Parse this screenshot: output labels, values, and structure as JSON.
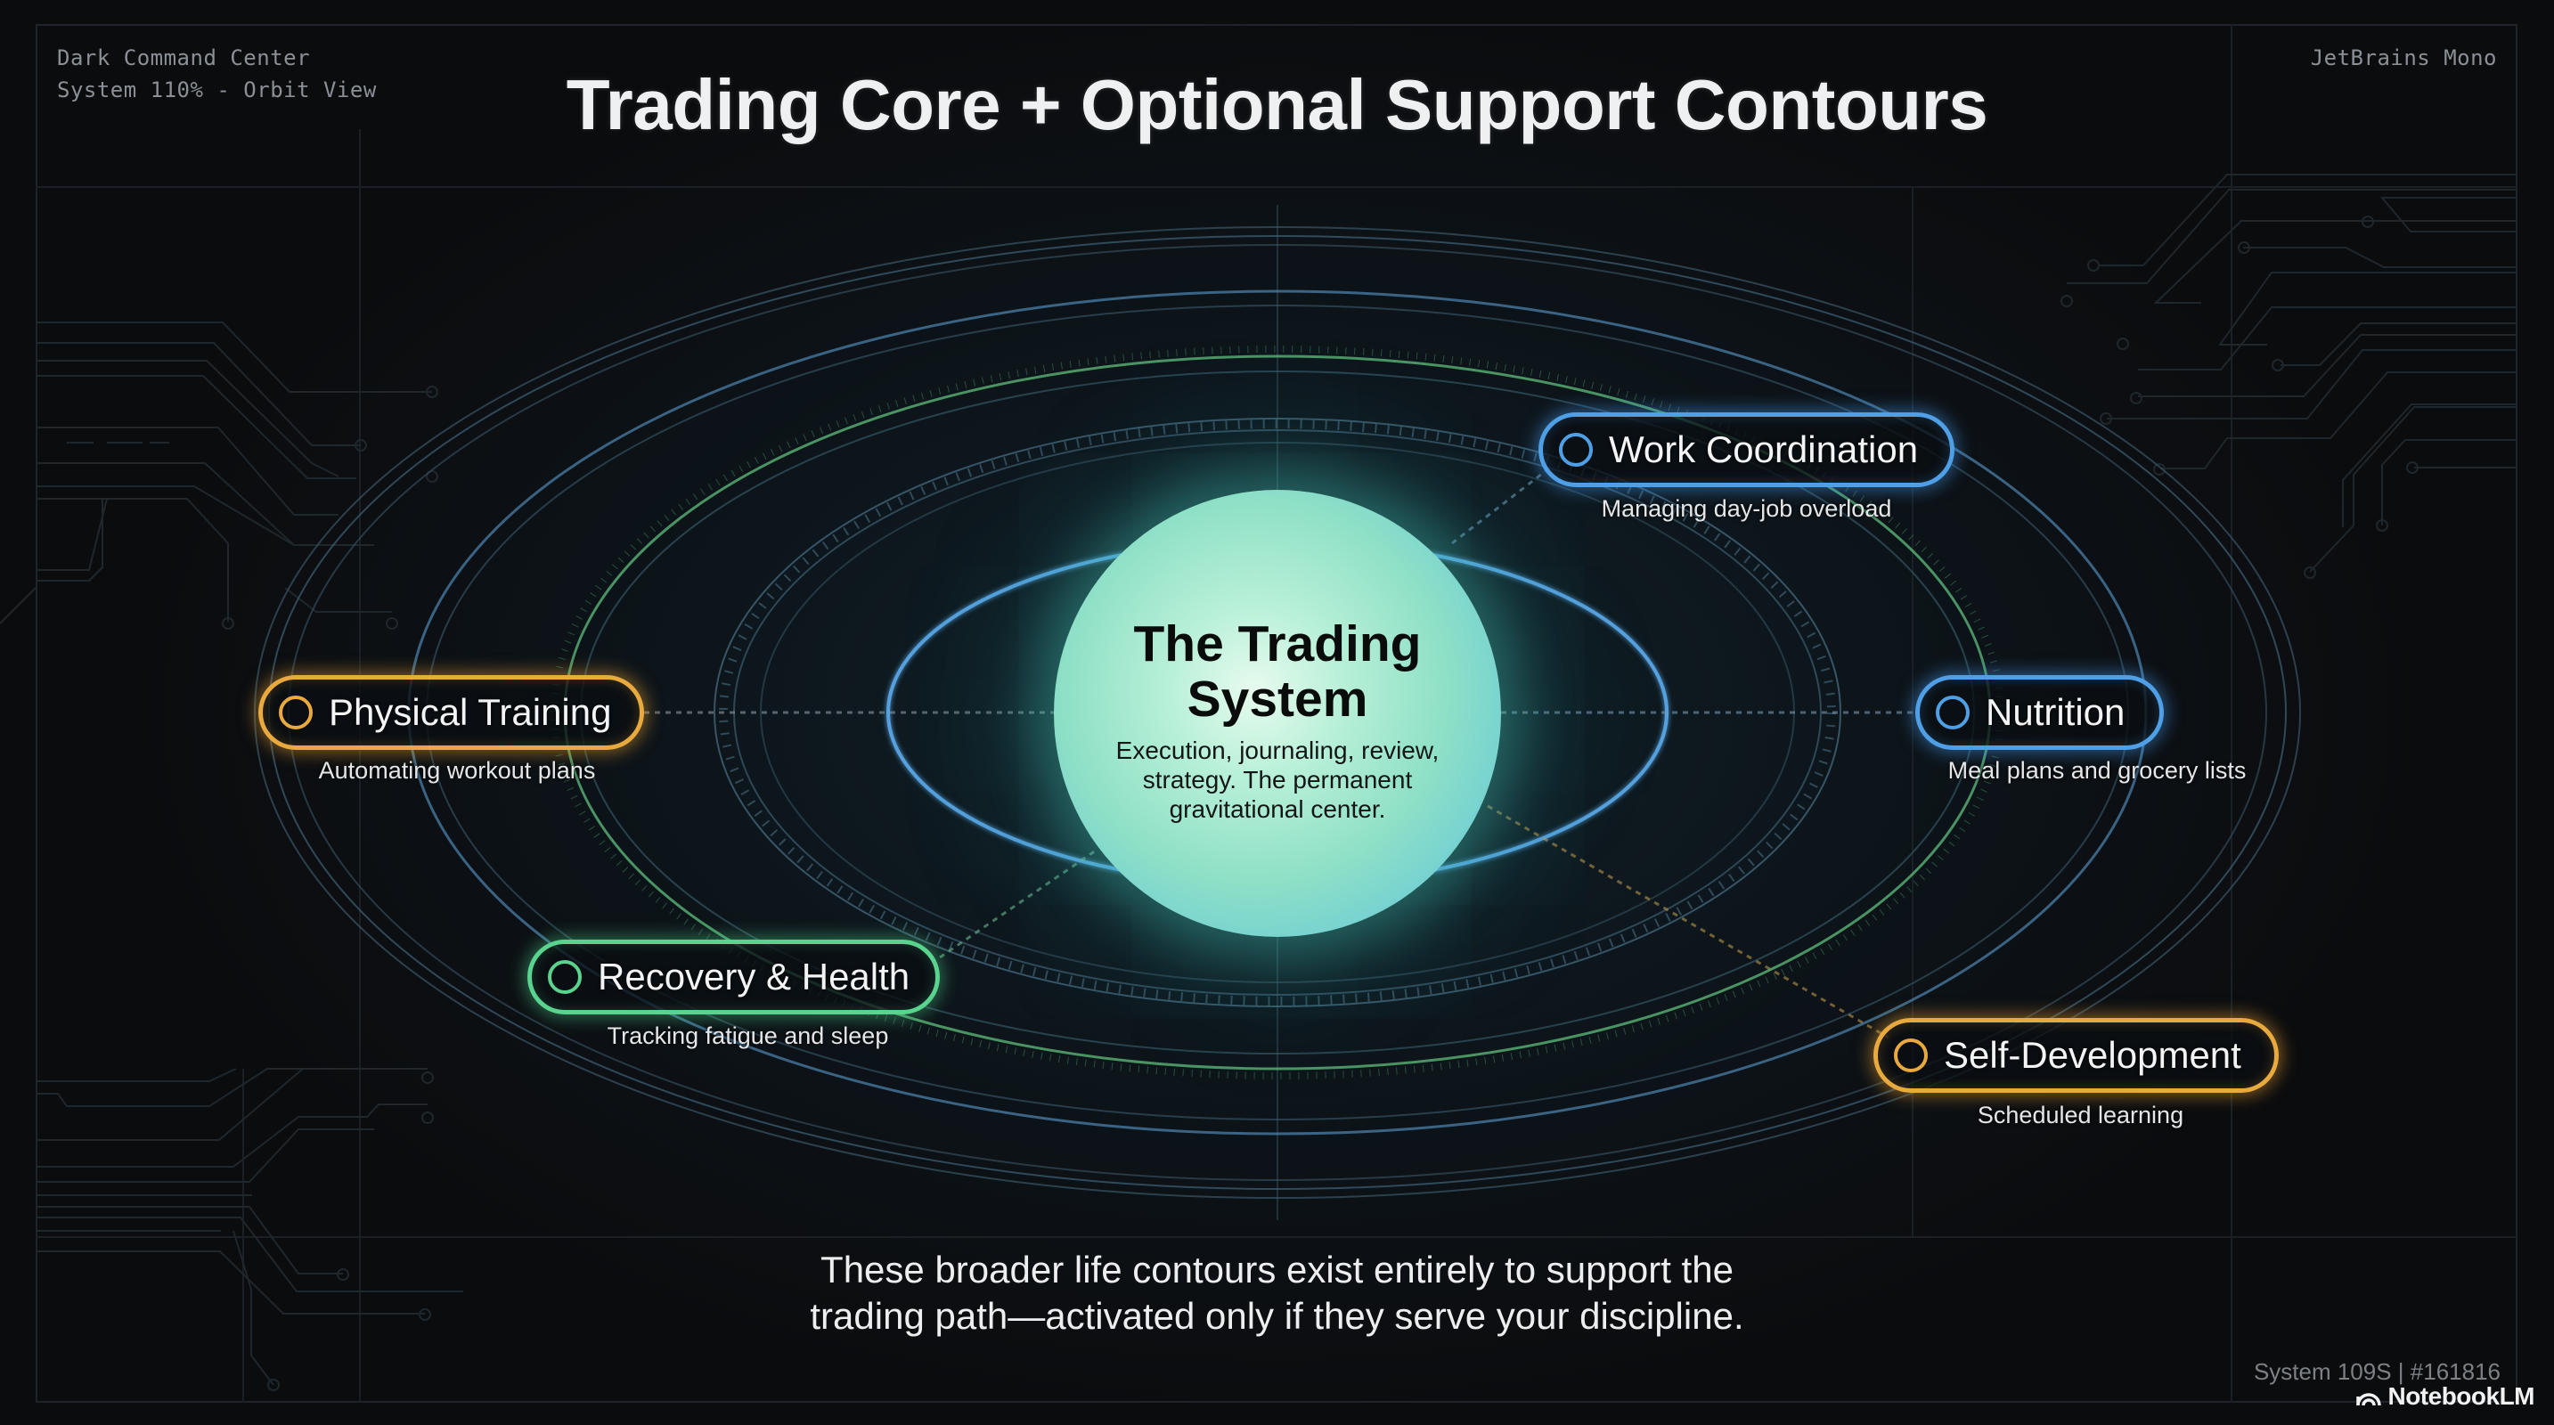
{
  "header": {
    "corner_left_line1": "Dark Command Center",
    "corner_left_line2": "System 110% - Orbit View",
    "corner_right": "JetBrains Mono",
    "title": "Trading Core + Optional Support Contours"
  },
  "core": {
    "title_line1": "The Trading",
    "title_line2": "System",
    "desc_line1": "Execution, journaling, review,",
    "desc_line2": "strategy. The permanent",
    "desc_line3": "gravitational center."
  },
  "nodes": [
    {
      "label": "Physical Training",
      "sublabel": "Automating workout plans",
      "color": "#e8a93f",
      "icon": "ring-icon"
    },
    {
      "label": "Work Coordination",
      "sublabel": "Managing day-job overload",
      "color": "#4f9fe6",
      "icon": "ring-icon"
    },
    {
      "label": "Nutrition",
      "sublabel": "Meal plans and grocery lists",
      "color": "#4f9fe6",
      "icon": "ring-icon"
    },
    {
      "label": "Recovery & Health",
      "sublabel": "Tracking fatigue and sleep",
      "color": "#59d38e",
      "icon": "ring-icon"
    },
    {
      "label": "Self-Development",
      "sublabel": "Scheduled learning",
      "color": "#e8a93f",
      "icon": "ring-icon"
    }
  ],
  "caption": {
    "line1": "These broader life contours exist entirely to support the",
    "line2": "trading path—activated only if they serve your discipline."
  },
  "footer": {
    "system_id": "System 109S | #161816",
    "brand": "NotebookLM",
    "brand_icon": "notebooklm-logo-icon"
  },
  "colors": {
    "orange_accent": "#e8a93f",
    "blue_accent": "#4f9fe6",
    "green_accent": "#59d38e",
    "core_glow": "#8ee0c6",
    "background": "#0c1014"
  }
}
